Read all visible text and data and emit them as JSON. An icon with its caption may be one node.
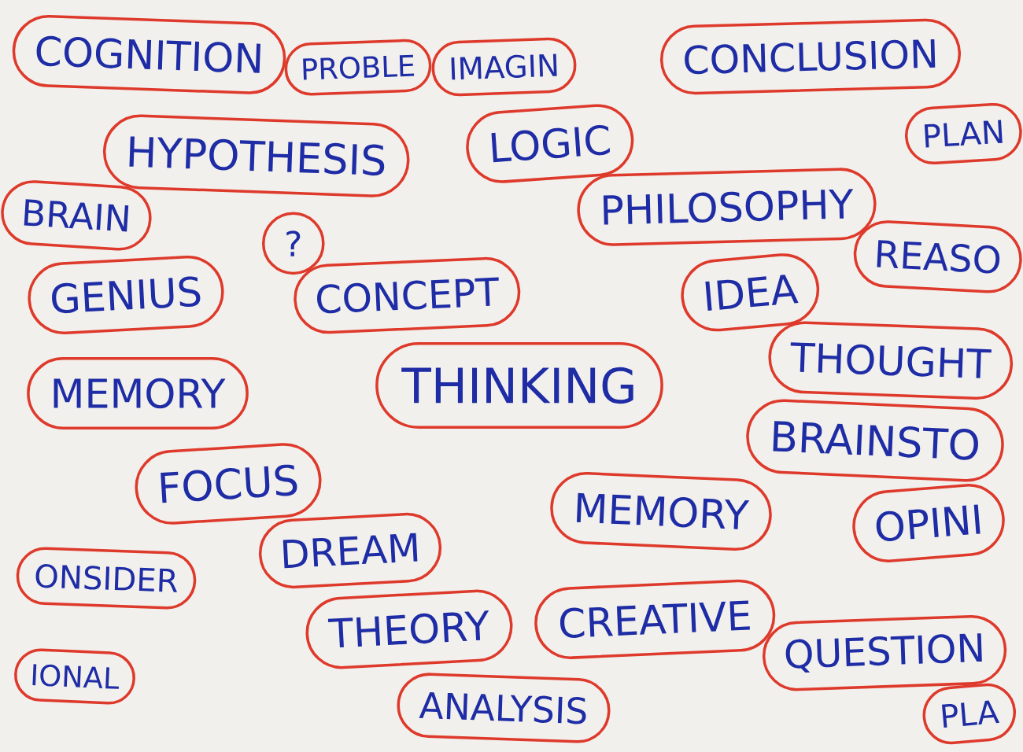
{
  "diagram": {
    "nodes": [
      {
        "text": [
          "COGNITION"
        ]
      },
      {
        "text": [
          "PROBLE"
        ]
      },
      {
        "text": [
          "IMAGIN"
        ]
      },
      {
        "text": [
          "LOGIC"
        ]
      },
      {
        "text": [
          "CONCLUSION"
        ]
      },
      {
        "text": [
          "PLAN"
        ]
      },
      {
        "text": [
          "HYPOTHESIS"
        ]
      },
      {
        "text": [
          "BRAIN"
        ]
      },
      {
        "text": [
          "PHILOSOPHY"
        ]
      },
      {
        "text": [
          "?"
        ]
      },
      {
        "text": [
          "GENIUS"
        ]
      },
      {
        "text": [
          "CONCEPT"
        ]
      },
      {
        "text": [
          "IDEA"
        ]
      },
      {
        "text": [
          "REASO"
        ]
      },
      {
        "text": [
          "MEMORY"
        ]
      },
      {
        "text": [
          "THINKING"
        ]
      },
      {
        "text": [
          "THOUGHT"
        ]
      },
      {
        "text": [
          "BRAINSTO"
        ]
      },
      {
        "text": [
          "FOCUS"
        ]
      },
      {
        "text": [
          "DREAM"
        ]
      },
      {
        "text": [
          "MEMORY"
        ]
      },
      {
        "text": [
          "OPINI"
        ]
      },
      {
        "text": [
          "ONSIDER"
        ]
      },
      {
        "text": [
          "THEORY"
        ]
      },
      {
        "text": [
          "CREATIVE"
        ]
      },
      {
        "text": [
          "QUESTION"
        ]
      },
      {
        "text": [
          "IONAL"
        ]
      },
      {
        "text": [
          "ANALYSIS"
        ]
      },
      {
        "text": [
          "PLA"
        ]
      }
    ]
  }
}
